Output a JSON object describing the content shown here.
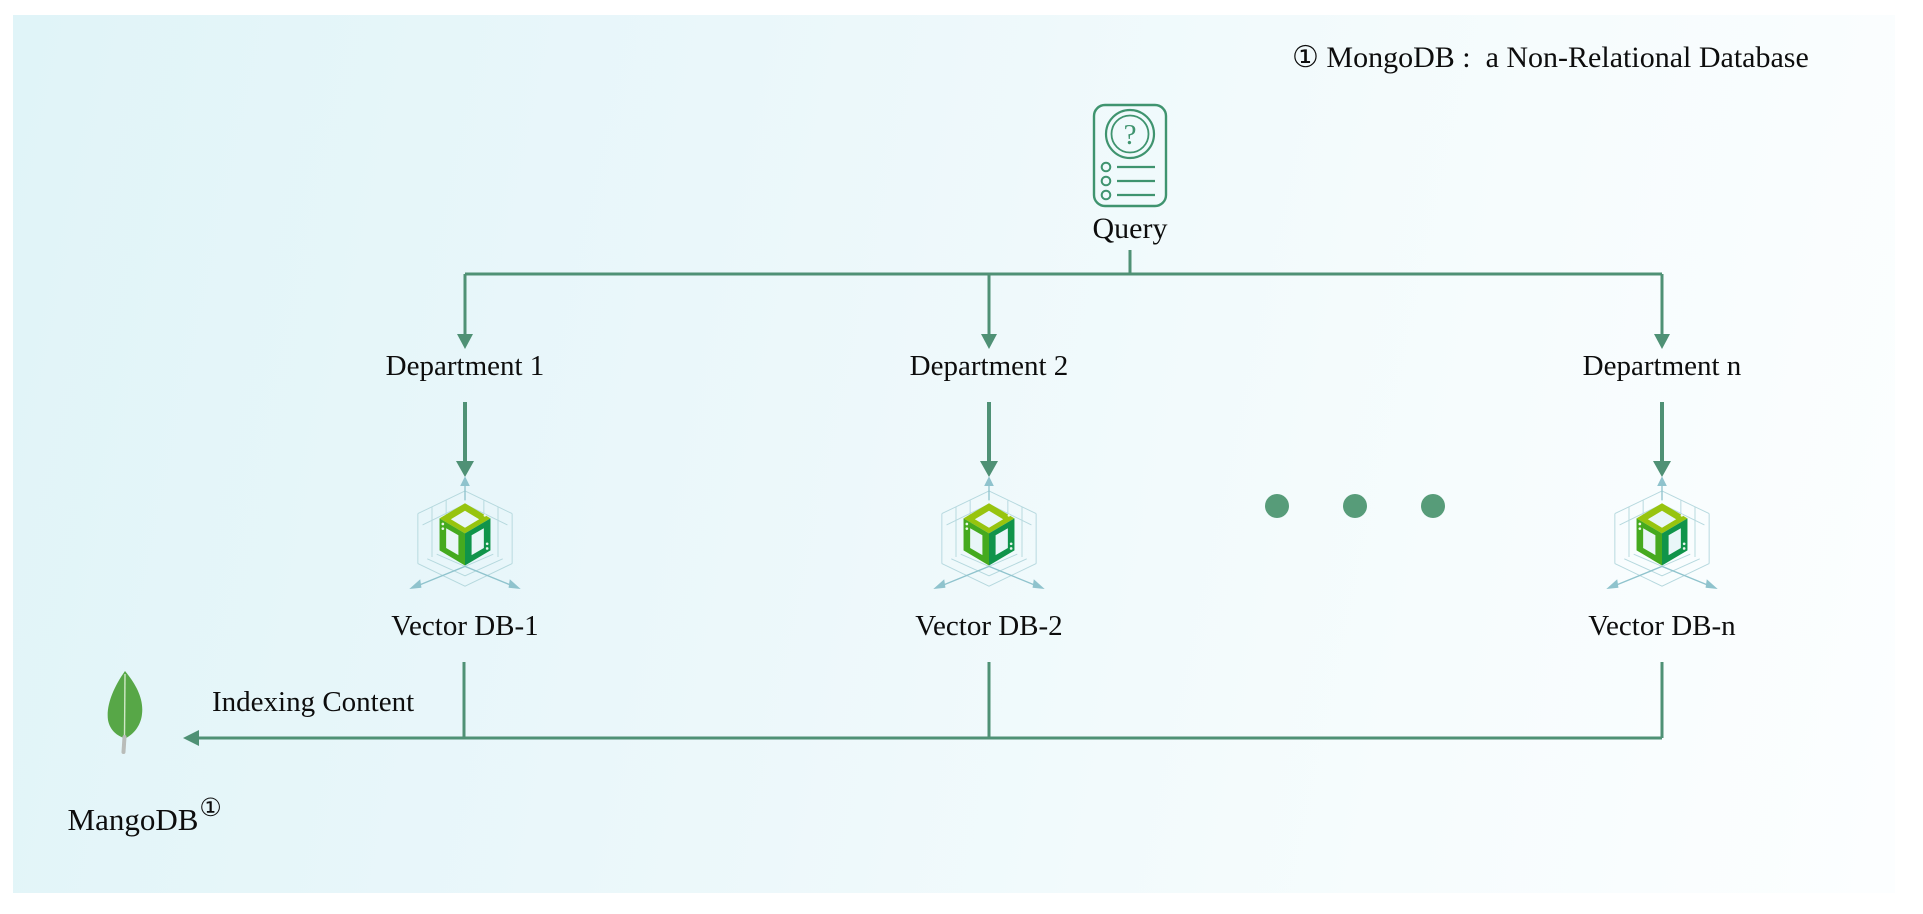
{
  "figure": {
    "annotation": "① MongoDB :  a Non-Relational Database",
    "query": {
      "label": "Query"
    },
    "departments": [
      {
        "label": "Department 1"
      },
      {
        "label": "Department 2"
      },
      {
        "label": "Department n"
      }
    ],
    "vector_dbs": [
      {
        "label": "Vector DB-1"
      },
      {
        "label": "Vector DB-2"
      },
      {
        "label": "Vector DB-n"
      }
    ],
    "flow": {
      "indexing_label": "Indexing Content"
    },
    "mongodb": {
      "label": "MangoDB",
      "superscript": "①"
    },
    "colors": {
      "connector_green": "#4f9175",
      "dot_green": "#579c79",
      "icon_outline_green": "#3f946f",
      "cube_top": "#97c40e",
      "cube_left": "#45aa1f",
      "cube_right": "#10944a",
      "grid_teal": "#b5d8de",
      "axis_teal": "#8fc3cd",
      "leaf_green": "#57a747",
      "panel_left": "#e0f4f8",
      "panel_right": "#fcfeff"
    }
  }
}
